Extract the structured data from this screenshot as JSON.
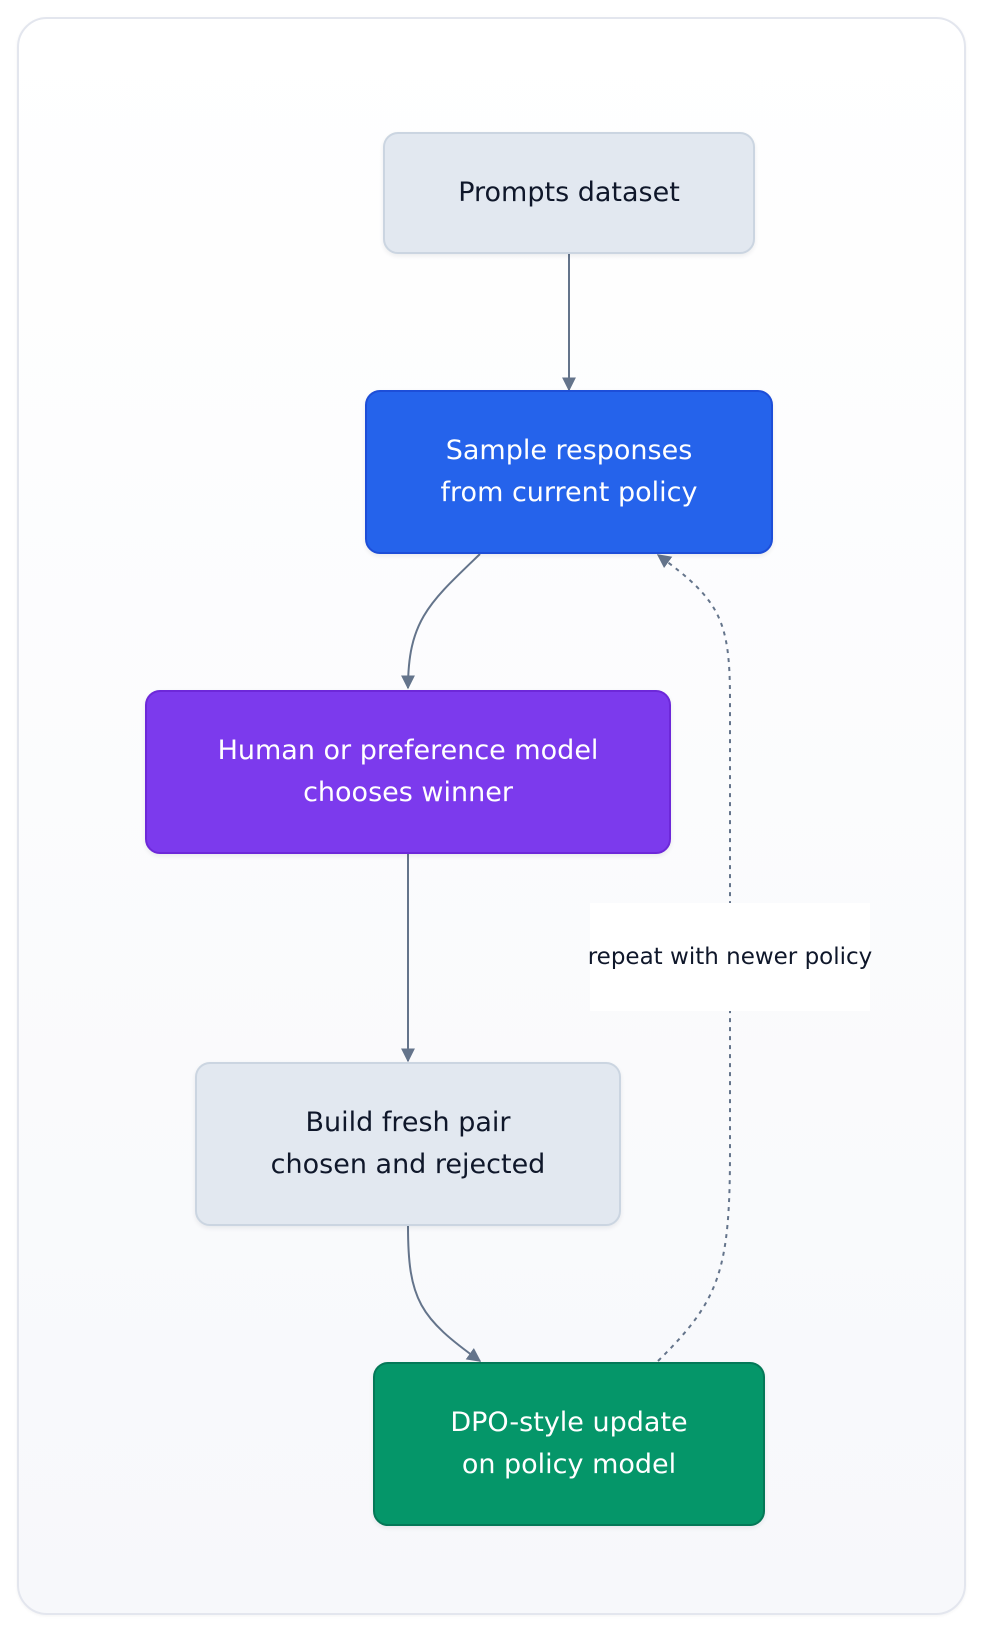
{
  "diagram": {
    "nodes": {
      "prompts": {
        "lines": [
          "Prompts dataset"
        ]
      },
      "sample": {
        "lines": [
          "Sample responses",
          "from current policy"
        ]
      },
      "judge": {
        "lines": [
          "Human or preference model",
          "chooses winner"
        ]
      },
      "pair": {
        "lines": [
          "Build fresh pair",
          "chosen and rejected"
        ]
      },
      "update": {
        "lines": [
          "DPO-style update",
          "on policy model"
        ]
      }
    },
    "loop_label": "repeat with newer policy",
    "colors": {
      "neutral_fill": "#e2e8f0",
      "blue_fill": "#2563eb",
      "purple_fill": "#7c3aed",
      "green_fill": "#059669",
      "edge": "#64748b"
    }
  }
}
